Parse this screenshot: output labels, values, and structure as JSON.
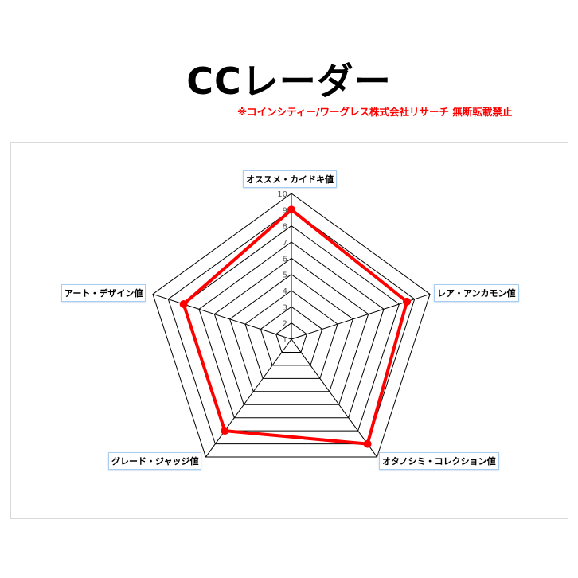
{
  "title": "CCレーダー",
  "note": "※コインシティー/ワーグレス株式会社リサーチ 無断転載禁止",
  "chart_data": {
    "type": "radar",
    "categories": [
      "オススメ・カイドキ値",
      "レア・アンカモン値",
      "オタノシミ・コレクション値",
      "グレード・ジャッジ値",
      "アート・デザイン値"
    ],
    "values": [
      9,
      8.5,
      9,
      8,
      8
    ],
    "rlim": [
      1,
      10
    ],
    "ticks": [
      1,
      2,
      3,
      4,
      5,
      6,
      7,
      8,
      9,
      10
    ],
    "grid": true,
    "line_color": "#ff0000",
    "grid_color": "#000000"
  }
}
